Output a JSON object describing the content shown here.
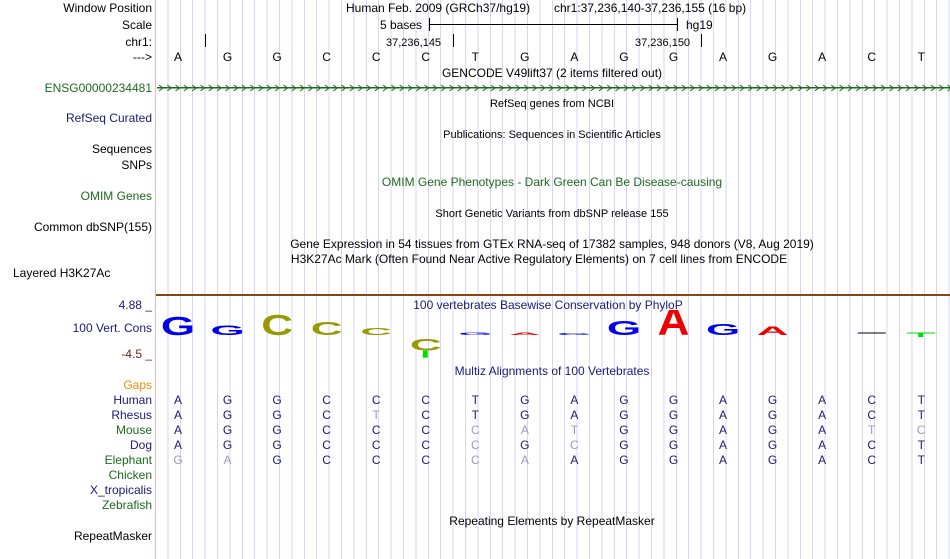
{
  "header": {
    "window_position_label": "Window Position",
    "scale_label": "Scale",
    "chr_label": "chr1:",
    "strand_label": "--->",
    "assembly": "Human Feb. 2009 (GRCh37/hg19)",
    "position": "chr1:37,236,140-37,236,155 (16 bp)",
    "scale_text": "5 bases",
    "scale_db": "hg19",
    "tick1": "37,236,145",
    "tick2": "37,236,150"
  },
  "sequence": [
    "A",
    "G",
    "G",
    "C",
    "C",
    "C",
    "T",
    "G",
    "A",
    "G",
    "G",
    "A",
    "G",
    "A",
    "C",
    "T"
  ],
  "tracks": {
    "gencode_title": "GENCODE V49lift37 (2 items filtered out)",
    "gencode_item": "ENSG00000234481",
    "refseq_title": "RefSeq genes from NCBI",
    "refseq_label": "RefSeq Curated",
    "pubs_title": "Publications: Sequences in Scientific Articles",
    "sequences_label": "Sequences",
    "snps_label": "SNPs",
    "omim_title": "OMIM Gene Phenotypes - Dark Green Can Be Disease-causing",
    "omim_label": "OMIM Genes",
    "dbsnp_title": "Short Genetic Variants from dbSNP release 155",
    "dbsnp_label": "Common dbSNP(155)",
    "gtex_title": "Gene Expression in 54 tissues from GTEx RNA-seq of 17382 samples, 948 donors (V8, Aug 2019)",
    "h3k_title": "H3K27Ac Mark (Often Found Near Active Regulatory Elements) on 7 cell lines from ENCODE",
    "h3k_label": "Layered H3K27Ac",
    "phylop_title": "100 vertebrates Basewise Conservation by PhyloP",
    "phylop_max": "4.88 _",
    "phylop_min": "-4.5 _",
    "phylop_label": "100 Vert. Cons",
    "multiz_title": "Multiz Alignments of 100 Vertebrates",
    "gaps_label": "Gaps",
    "repeat_title": "Repeating Elements by RepeatMasker",
    "repeat_label": "RepeatMasker"
  },
  "phylop_logo": [
    {
      "b": "G",
      "score": 2.0,
      "color": "#0000ee"
    },
    {
      "b": "G",
      "score": 1.1,
      "color": "#0000ee"
    },
    {
      "b": "C",
      "score": 2.2,
      "color": "#999900"
    },
    {
      "b": "C",
      "score": 1.4,
      "color": "#999900"
    },
    {
      "b": "C",
      "score": 0.8,
      "color": "#999900"
    },
    {
      "b": "C",
      "score": -1.3,
      "color": "#999900"
    },
    {
      "b": "G",
      "score": 0.3,
      "color": "#0000ee"
    },
    {
      "b": "A",
      "score": 0.3,
      "color": "#ee0000"
    },
    {
      "b": "G",
      "score": 0.2,
      "color": "#0000ee"
    },
    {
      "b": "G",
      "score": 1.6,
      "color": "#0000ee"
    },
    {
      "b": "A",
      "score": 3.0,
      "color": "#ee0000"
    },
    {
      "b": "G",
      "score": 1.2,
      "color": "#0000ee"
    },
    {
      "b": "A",
      "score": 0.9,
      "color": "#ee0000"
    },
    {
      "b": "",
      "score": 0,
      "color": "#000"
    },
    {
      "b": "",
      "score": -0.2,
      "color": "#00dd00"
    }
  ],
  "alignment": [
    {
      "species": "Human",
      "color": "#1a1a7a",
      "seq": "AGGCCCTGAGGAGACT",
      "faded": []
    },
    {
      "species": "Rhesus",
      "color": "#1a1a7a",
      "seq": "AGGCTCTGAGGAGACT",
      "faded": [
        4
      ]
    },
    {
      "species": "Mouse",
      "color": "#1c6b1c",
      "seq": "AGGCCCCATGGAGATC",
      "faded": [
        6,
        7,
        8,
        14,
        15
      ]
    },
    {
      "species": "Dog",
      "color": "#1a1a7a",
      "seq": "AGGCCCCGCGGAGACT",
      "faded": [
        6,
        8
      ]
    },
    {
      "species": "Elephant",
      "color": "#1c6b1c",
      "seq": "GAGCCCCAAGGAGACT",
      "faded": [
        0,
        1,
        6,
        7
      ]
    },
    {
      "species": "Chicken",
      "color": "#1c6b1c",
      "seq": "",
      "faded": []
    },
    {
      "species": "X_tropicalis",
      "color": "#1a1a7a",
      "seq": "",
      "faded": []
    },
    {
      "species": "Zebrafish",
      "color": "#1c6b1c",
      "seq": "",
      "faded": []
    }
  ]
}
